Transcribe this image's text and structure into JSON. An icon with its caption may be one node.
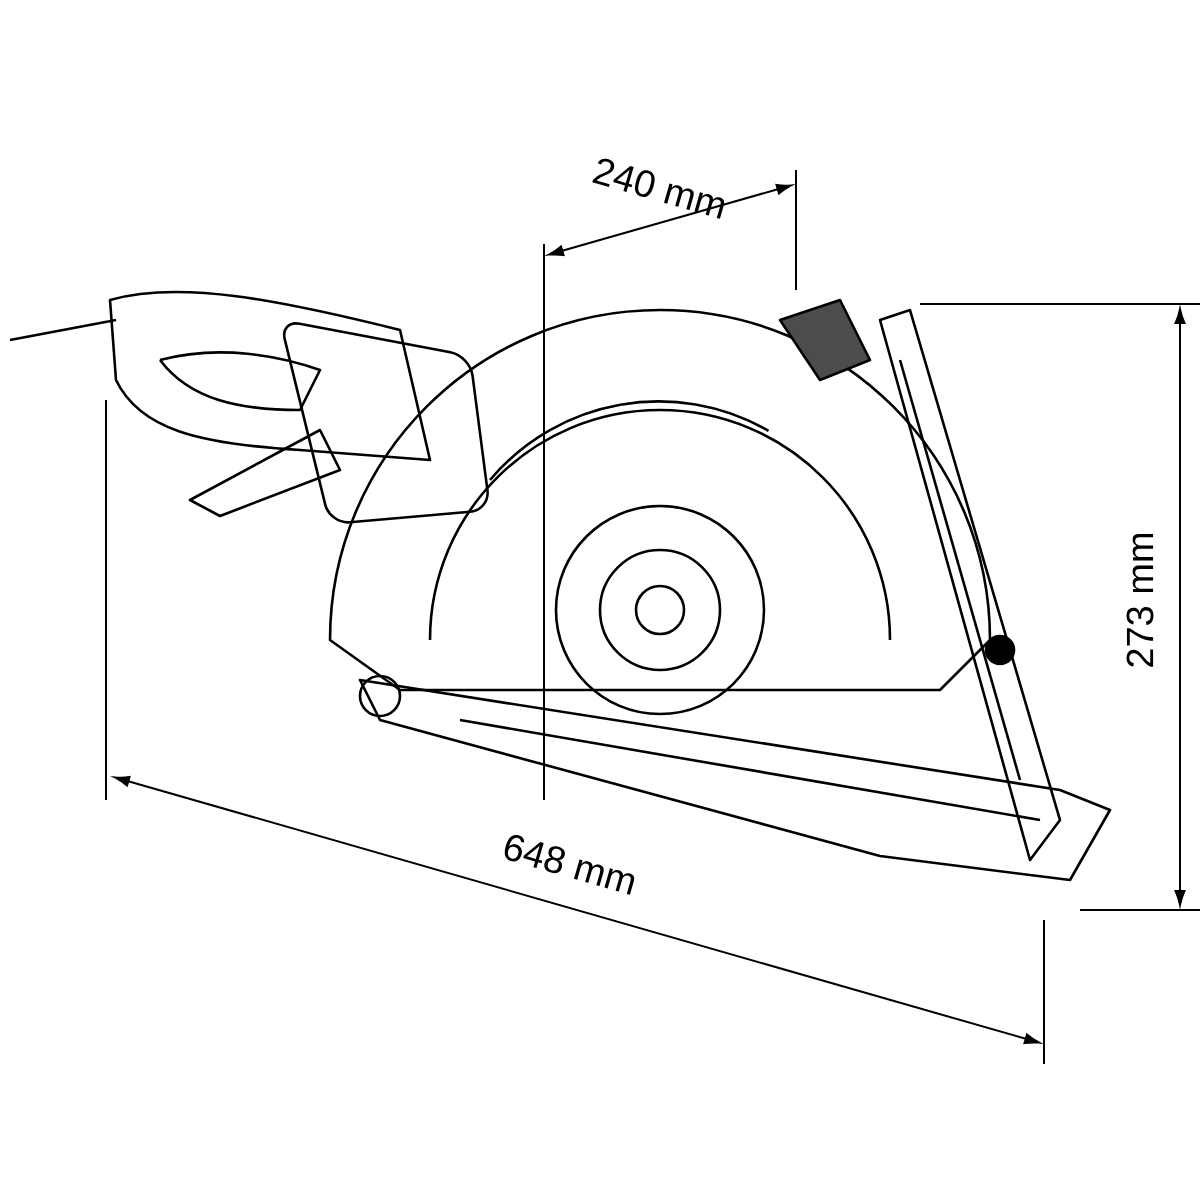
{
  "diagram": {
    "labels": [
      "240 mm",
      "273 mm",
      "648 mm"
    ]
  }
}
